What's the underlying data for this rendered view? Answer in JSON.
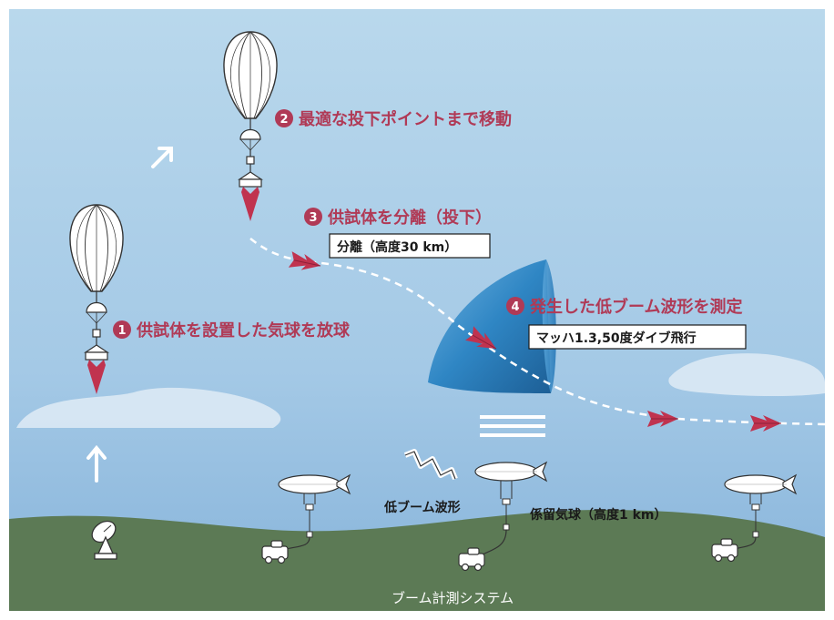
{
  "steps": [
    {
      "number": "1",
      "text": "供試体を設置した気球を放球"
    },
    {
      "number": "2",
      "text": "最適な投下ポイントまで移動"
    },
    {
      "number": "3",
      "text": "供試体を分離（投下）"
    },
    {
      "number": "4",
      "text": "発生した低ブーム波形を測定"
    }
  ],
  "boxes": {
    "separation": "分離（高度30 km）",
    "dive": "マッハ1.3,50度ダイブ飛行"
  },
  "labels": {
    "low_boom_waveform": "低ブーム波形",
    "tethered_balloon": "係留気球（高度1 km）",
    "boom_measurement_system": "ブーム計測システム"
  },
  "colors": {
    "sky_top": "#b7d7ec",
    "sky_bottom": "#8cb8dc",
    "ground": "#5c7a55",
    "aircraft": "#c0334f",
    "label_accent": "#b03a56",
    "cone": "#3a8ac0"
  }
}
